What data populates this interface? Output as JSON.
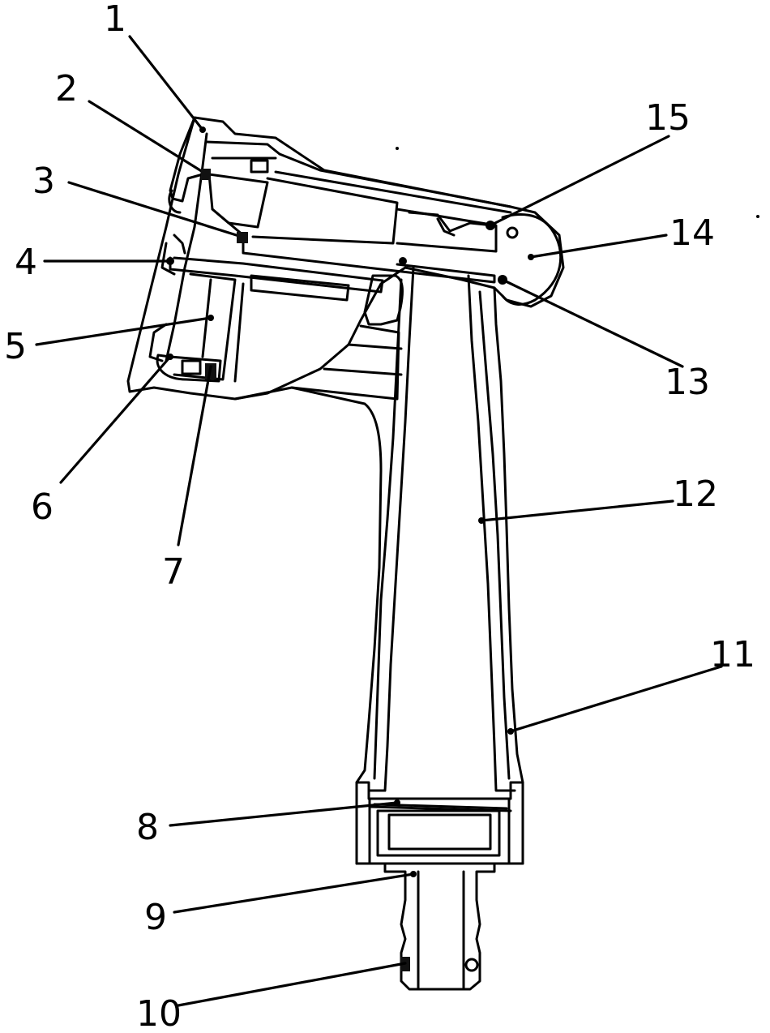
{
  "labels": [
    {
      "id": "1",
      "text": "1"
    },
    {
      "id": "2",
      "text": "2"
    },
    {
      "id": "3",
      "text": "3"
    },
    {
      "id": "4",
      "text": "4"
    },
    {
      "id": "5",
      "text": "5"
    },
    {
      "id": "6",
      "text": "6"
    },
    {
      "id": "7",
      "text": "7"
    },
    {
      "id": "8",
      "text": "8"
    },
    {
      "id": "9",
      "text": "9"
    },
    {
      "id": "10",
      "text": "10"
    },
    {
      "id": "11",
      "text": "11"
    },
    {
      "id": "12",
      "text": "12"
    },
    {
      "id": "13",
      "text": "13"
    },
    {
      "id": "14",
      "text": "14"
    },
    {
      "id": "15",
      "text": "15"
    }
  ]
}
